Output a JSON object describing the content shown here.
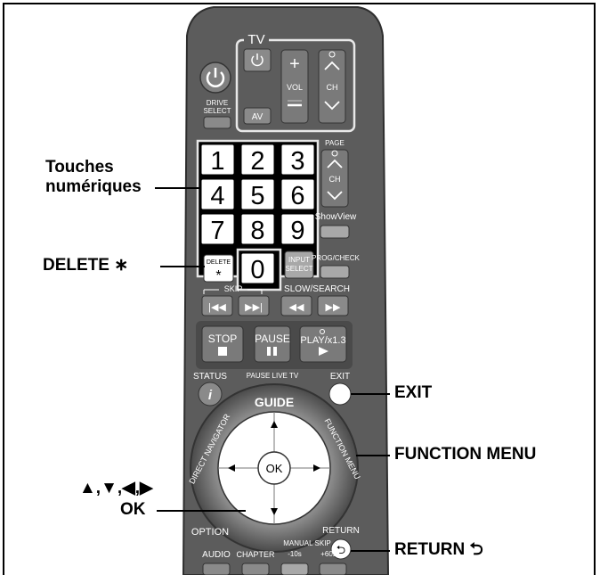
{
  "callouts": {
    "numeric_keys": [
      "Touches",
      "numériques"
    ],
    "delete": "DELETE ∗",
    "exit": "EXIT",
    "function_menu": "FUNCTION MENU",
    "arrows": "▲,▼,◀,▶",
    "ok": "OK",
    "return": "RETURN ⮌"
  },
  "remote": {
    "tv_label": "TV",
    "drive_select": [
      "DRIVE",
      "SELECT"
    ],
    "av": "AV",
    "vol": "VOL",
    "ch": "CH",
    "page": "PAGE",
    "showview": "ShowView",
    "delete_key": "DELETE",
    "input_select": [
      "INPUT",
      "SELECT"
    ],
    "prog_check": "PROG/CHECK",
    "skip": "SKIP",
    "slow_search": "SLOW/SEARCH",
    "stop": "STOP",
    "pause": "PAUSE",
    "play": "PLAY/x1.3",
    "pause_live_tv": "PAUSE LIVE TV",
    "status": "STATUS",
    "exit": "EXIT",
    "guide": "GUIDE",
    "direct_navigator": "DIRECT NAVIGATOR",
    "function_menu": "FUNCTION MENU",
    "ok": "OK",
    "option": "OPTION",
    "return": "RETURN",
    "audio": "AUDIO",
    "chapter": "CHAPTER",
    "manual_skip": "MANUAL SKIP",
    "minus10": "-10s",
    "plus60": "+60s",
    "digits": [
      "1",
      "2",
      "3",
      "4",
      "5",
      "6",
      "7",
      "8",
      "9",
      "0"
    ]
  },
  "colors": {
    "body": "#5a5a5a",
    "body_edge": "#2e2e2e",
    "button": "#7a7a7a",
    "button_light": "#a8a8a8",
    "key_face": "#ffffff",
    "ring": "#6b6b6b"
  }
}
